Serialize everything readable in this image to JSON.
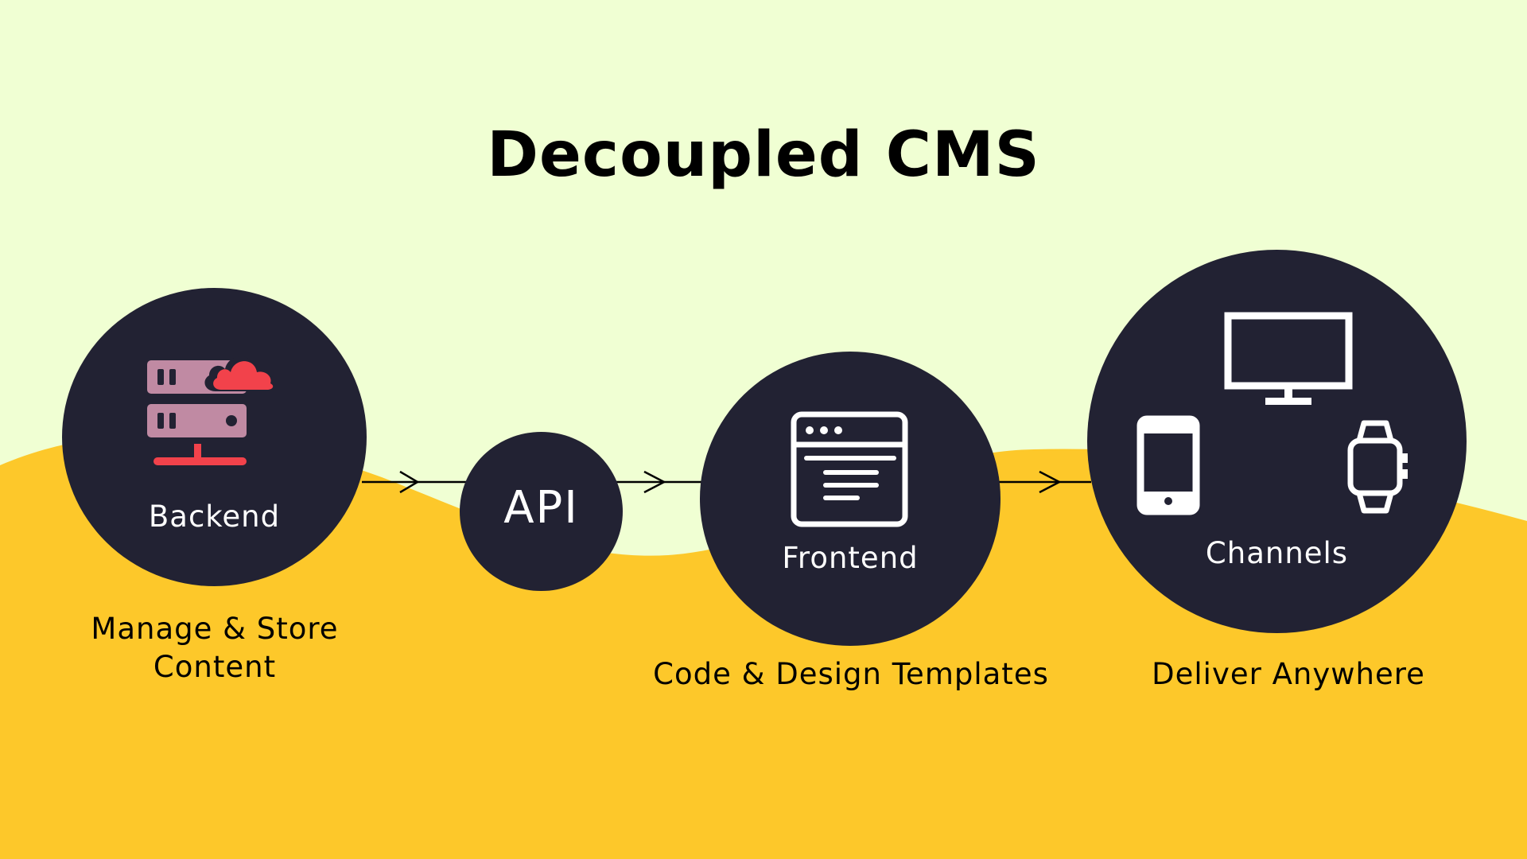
{
  "title": "Decoupled CMS",
  "nodes": {
    "backend": {
      "label": "Backend",
      "caption_line1": "Manage & Store",
      "caption_line2": "Content"
    },
    "api": {
      "label": "API"
    },
    "frontend": {
      "label": "Frontend",
      "caption": "Code & Design Templates"
    },
    "channels": {
      "label": "Channels",
      "caption": "Deliver Anywhere"
    }
  },
  "colors": {
    "background_top": "#f0ffd3",
    "background_wave": "#fdc82a",
    "node_fill": "#222233",
    "node_text": "#ffffff",
    "server_icon": "#c08aa3",
    "cloud_icon": "#f2424b"
  },
  "icons": {
    "backend": "server-cloud-icon",
    "frontend": "browser-window-icon",
    "channels": [
      "monitor-icon",
      "smartphone-icon",
      "smartwatch-icon"
    ]
  }
}
